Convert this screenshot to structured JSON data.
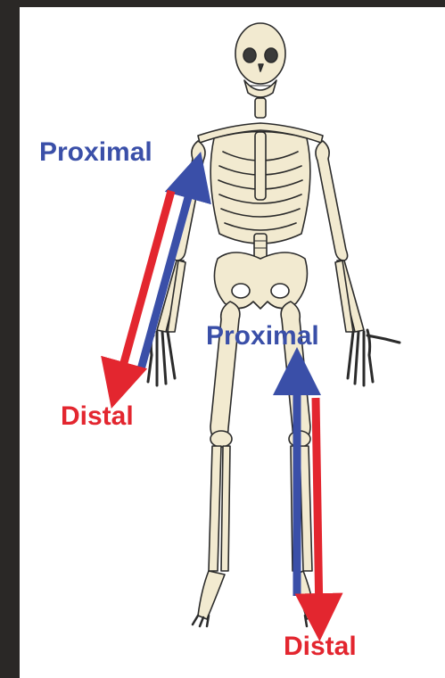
{
  "labels": {
    "arm_proximal": "Proximal",
    "arm_distal": "Distal",
    "leg_proximal": "Proximal",
    "leg_distal": "Distal"
  },
  "colors": {
    "proximal": "#3a4fa8",
    "distal": "#e3262f",
    "bone": "#f2ead0",
    "bone_outline": "#2b2b2b",
    "panel": "#ffffff",
    "background": "#2a2826"
  },
  "icons": {
    "skeleton": "human-skeleton-illustration",
    "arrow_up": "proximal-arrow-icon",
    "arrow_down": "distal-arrow-icon"
  }
}
